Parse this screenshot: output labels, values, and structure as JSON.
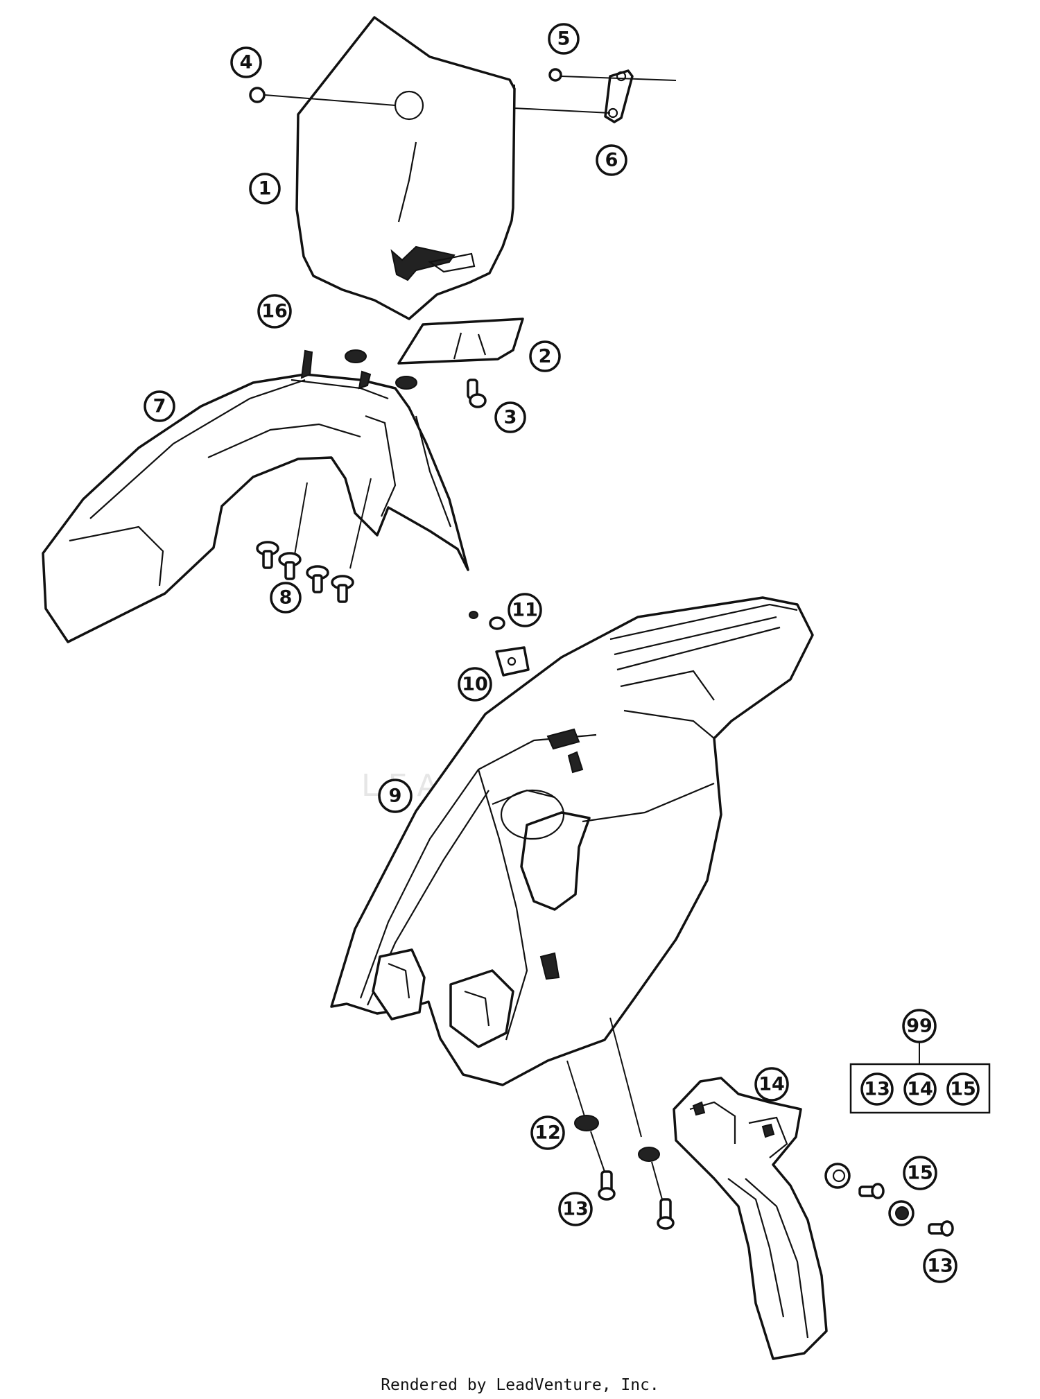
{
  "watermark": "LEADVENTURE",
  "credit": "Rendered by LeadVenture, Inc.",
  "callouts": {
    "c1": "1",
    "c2": "2",
    "c3": "3",
    "c4": "4",
    "c5": "5",
    "c6": "6",
    "c7": "7",
    "c8": "8",
    "c9": "9",
    "c10": "10",
    "c11": "11",
    "c12": "12",
    "c13a": "13",
    "c13b": "13",
    "c14": "14",
    "c15": "15",
    "c16": "16",
    "c99": "99"
  },
  "kit_box": {
    "items": [
      "13",
      "14",
      "15"
    ]
  }
}
